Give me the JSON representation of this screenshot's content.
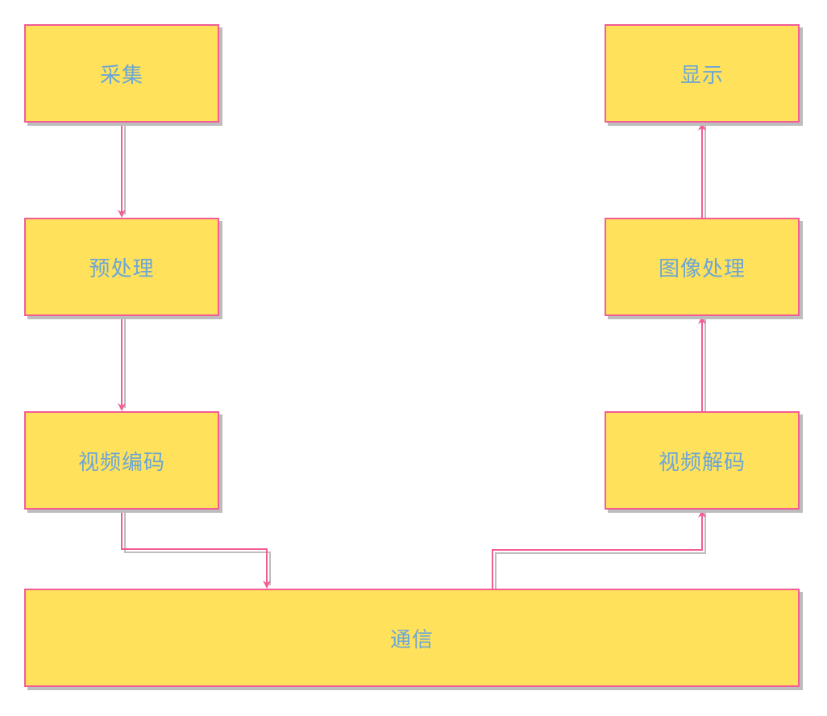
{
  "diagram": {
    "nodes": {
      "capture": "采集",
      "preprocess": "预处理",
      "encode": "视频编码",
      "communication": "通信",
      "decode": "视频解码",
      "image_process": "图像处理",
      "display": "显示"
    },
    "edges": [
      {
        "from": "capture",
        "to": "preprocess"
      },
      {
        "from": "preprocess",
        "to": "encode"
      },
      {
        "from": "encode",
        "to": "communication"
      },
      {
        "from": "communication",
        "to": "decode"
      },
      {
        "from": "decode",
        "to": "image_process"
      },
      {
        "from": "image_process",
        "to": "display"
      }
    ],
    "colors": {
      "node_fill": "#FFE15B",
      "node_border": "#F35C95",
      "node_text": "#6BA6D6",
      "edge": "#F35C95",
      "shadow": "#BDBDBD"
    }
  }
}
